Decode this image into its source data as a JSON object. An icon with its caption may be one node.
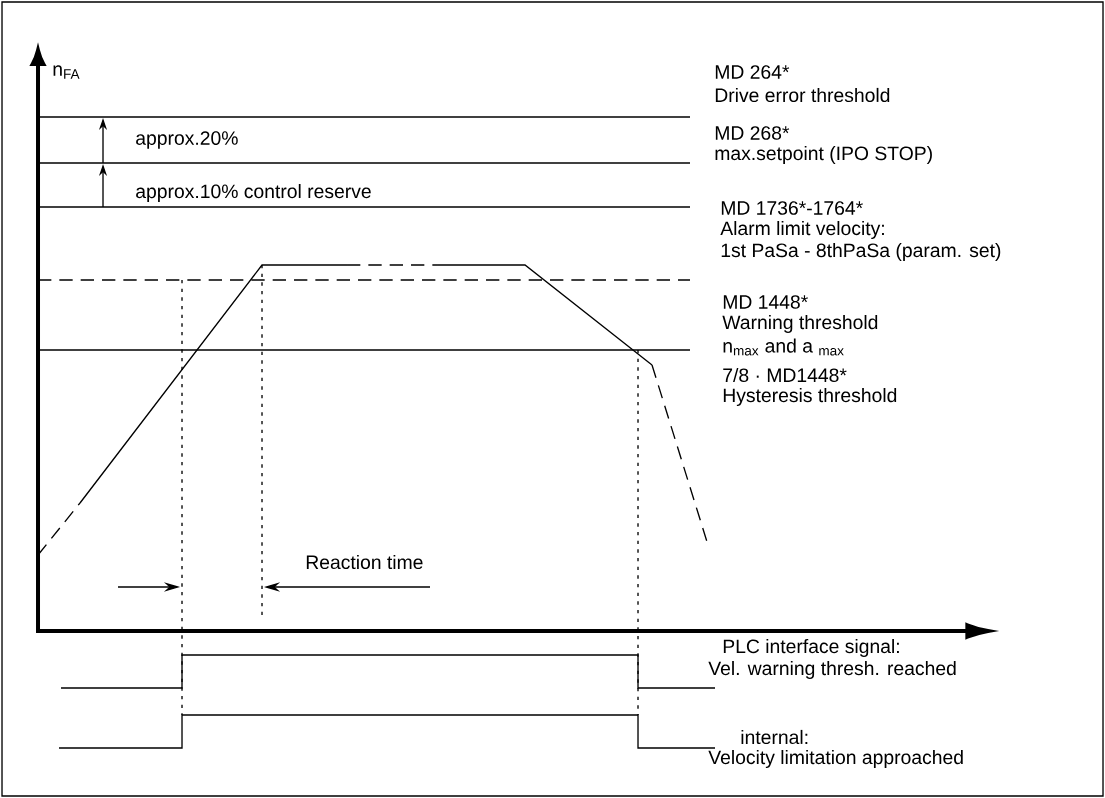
{
  "diagram": {
    "labels": [
      "n$_{FA}$",
      "MD 264*",
      "Drive error threshold",
      "approx.20%",
      "MD 268*",
      "max.setpoint (IPO STOP)",
      "approx.10% control reserve",
      "MD 1736*-1764*",
      "Alarm limit velocity:",
      "1st PaSa - 8thPaSa (param. set)",
      "MD 1448*",
      "Warning threshold",
      "n$_{max}$ and a $_{max}$",
      "7/8 · MD1448*",
      "Hysteresis threshold",
      "Reaction time",
      "PLC interface signal:",
      "Vel. warning thresh. reached",
      "internal:",
      "Velocity limitation approached"
    ]
  }
}
